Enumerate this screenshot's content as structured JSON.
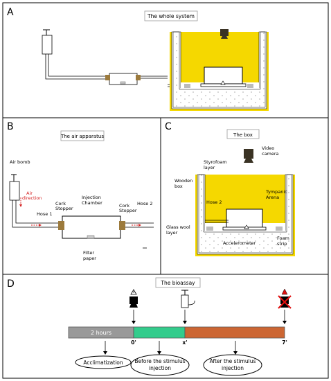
{
  "panels": {
    "a": {
      "letter": "A",
      "title": "The whole system"
    },
    "b": {
      "letter": "B",
      "title": "The air apparatus",
      "labels": {
        "air_bomb": "Air bomb",
        "air": "Air",
        "direction": "direction",
        "hose1": "Hose 1",
        "cork1_line1": "Cork",
        "cork1_line2": "Stopper",
        "injection_line1": "Injection",
        "injection_line2": "Chamber",
        "cork2_line1": "Cork",
        "cork2_line2": "Stopper",
        "hose2": "Hose 2",
        "filter_line1": "Filter",
        "filter_line2": "paper"
      }
    },
    "c": {
      "letter": "C",
      "title": "The box",
      "labels": {
        "video_line1": "Video",
        "video_line2": "camera",
        "styro_line1": "Styrofoam",
        "styro_line2": "layer",
        "wooden_line1": "Wooden",
        "wooden_line2": "box",
        "hose2": "Hose 2",
        "tympanic_line1": "Tympanic",
        "tympanic_line2": "Arena",
        "glass_line1": "Glass wool",
        "glass_line2": "layer",
        "accelerometer": "Accelerometer",
        "foam_line1": "Foam",
        "foam_line2": "strip"
      }
    },
    "d": {
      "letter": "D",
      "title": "The bioassay",
      "timeline": {
        "segment1": "2 hours",
        "mark_start": "0'",
        "mark_x": "x'",
        "mark_end": "7'",
        "phase1": "Acclimatization",
        "phase2_line1": "Before the stimulus",
        "phase2_line2": "injection",
        "phase3_line1": "After the stimulus",
        "phase3_line2": "injection"
      }
    }
  },
  "colors": {
    "border": "#000000",
    "yellow_wall": "#f5d800",
    "cork": "#9c7a3c",
    "air_red": "#d42020",
    "gray_segment": "#999999",
    "green_segment": "#33cc8c",
    "orange_segment": "#cc6633",
    "camera": "#3a3324",
    "red_x": "#e01010"
  }
}
